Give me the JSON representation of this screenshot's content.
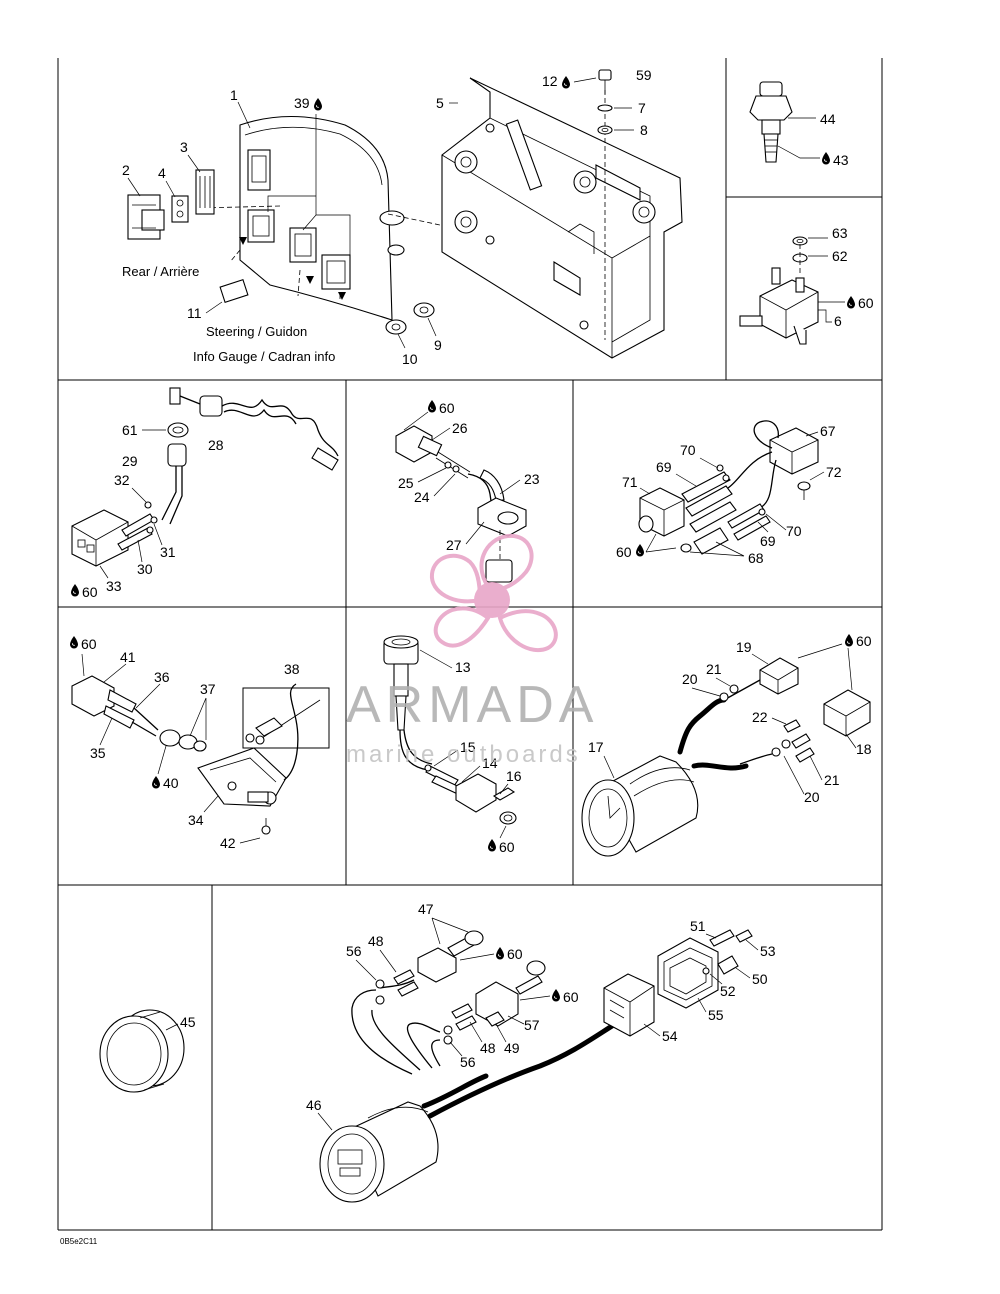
{
  "captions": {
    "rear": "Rear / Arrière",
    "steering": "Steering / Guidon",
    "info_gauge": "Info Gauge / Cadran info"
  },
  "watermark": {
    "brand": "ARMADA",
    "tagline": "marine outboards",
    "color_pink": "#e8a6c8",
    "color_gray": "#b1b1b1"
  },
  "drawing_code": "0B5e2C11",
  "callouts": {
    "n1": "1",
    "n2": "2",
    "n3": "3",
    "n4": "4",
    "n5": "5",
    "n6": "6",
    "n7": "7",
    "n8": "8",
    "n9": "9",
    "n10": "10",
    "n11": "11",
    "n12": "12",
    "n13": "13",
    "n14": "14",
    "n15": "15",
    "n16": "16",
    "n17": "17",
    "n18": "18",
    "n19": "19",
    "n20a": "20",
    "n20b": "20",
    "n21a": "21",
    "n21b": "21",
    "n22": "22",
    "n23": "23",
    "n24": "24",
    "n25": "25",
    "n26": "26",
    "n27": "27",
    "n28": "28",
    "n29": "29",
    "n30": "30",
    "n31": "31",
    "n32": "32",
    "n33": "33",
    "n34": "34",
    "n35": "35",
    "n36": "36",
    "n37": "37",
    "n38": "38",
    "n39": "39",
    "n40": "40",
    "n41": "41",
    "n42": "42",
    "n43": "43",
    "n44": "44",
    "n45": "45",
    "n46": "46",
    "n47": "47",
    "n48a": "48",
    "n48b": "48",
    "n49": "49",
    "n50": "50",
    "n51": "51",
    "n52": "52",
    "n53": "53",
    "n54": "54",
    "n55": "55",
    "n56a": "56",
    "n56b": "56",
    "n57": "57",
    "n59": "59",
    "n60a": "60",
    "n60b": "60",
    "n60c": "60",
    "n60d": "60",
    "n60e": "60",
    "n60f": "60",
    "n60g": "60",
    "n60h": "60",
    "n60i": "60",
    "n61": "61",
    "n62": "62",
    "n63": "63",
    "n67": "67",
    "n68": "68",
    "n69a": "69",
    "n69b": "69",
    "n70a": "70",
    "n70b": "70",
    "n71": "71",
    "n72": "72"
  },
  "drop_icon": "lubricant-drop-icon"
}
